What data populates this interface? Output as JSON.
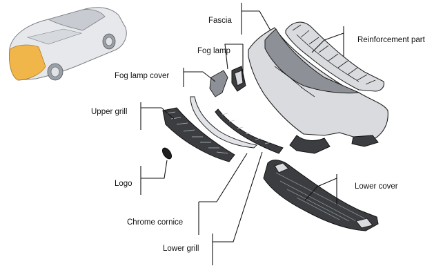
{
  "labels": {
    "fascia": "Fascia",
    "reinforcement_part": "Reinforcement  part",
    "fog_lamp": "Fog lamp",
    "fog_lamp_cover": "Fog lamp cover",
    "upper_grill": "Upper grill",
    "logo": "Logo",
    "lower_cover": "Lower cover",
    "chrome_cornice": "Chrome cornice",
    "lower_grill": "Lower grill"
  },
  "colors": {
    "car_body": "#e7e9ec",
    "highlight_front": "#f0b64a",
    "part_light": "#d9dbde",
    "part_dark": "#3b3d40"
  }
}
